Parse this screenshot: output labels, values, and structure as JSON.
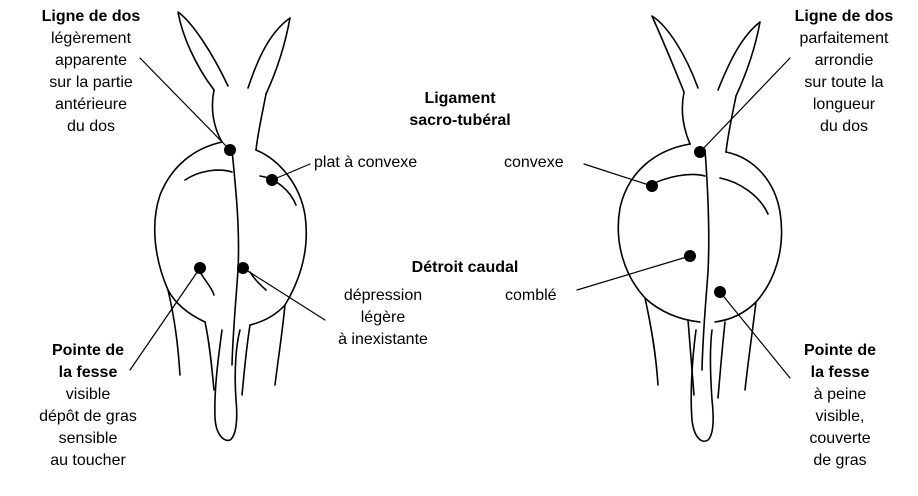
{
  "left": {
    "ligne_dos": {
      "title": "Ligne de dos",
      "lines": [
        "légèrement",
        "apparente",
        "sur la partie",
        "antérieure",
        "du dos"
      ]
    },
    "ligament": "plat à convexe",
    "detroit": [
      "dépression",
      "légère",
      "à inexistante"
    ],
    "pointe": {
      "title": [
        "Pointe de",
        "la fesse"
      ],
      "lines": [
        "visible",
        "dépôt de gras",
        "sensible",
        "au toucher"
      ]
    }
  },
  "center": {
    "ligament_title": [
      "Ligament",
      "sacro-tubéral"
    ],
    "detroit_title": "Détroit caudal"
  },
  "right": {
    "ligne_dos": {
      "title": "Ligne de dos",
      "lines": [
        "parfaitement",
        "arrondie",
        "sur toute la",
        "longueur",
        "du dos"
      ]
    },
    "ligament": "convexe",
    "detroit": "comblé",
    "pointe": {
      "title": [
        "Pointe de",
        "la fesse"
      ],
      "lines": [
        "à peine",
        "visible,",
        "couverte",
        "de gras"
      ]
    }
  }
}
